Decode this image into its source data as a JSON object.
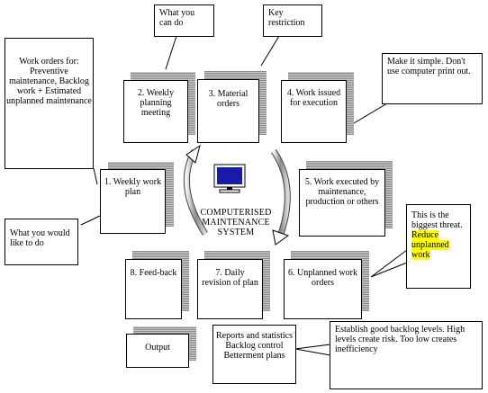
{
  "callouts": {
    "what_you_can_do": "What you can do",
    "key_restriction": "Key restriction",
    "work_orders_for": "Work orders for: Preventive maintenance, Backlog work + Estimated unplanned maintenance",
    "make_it_simple": "Make it simple. Don't use computer print out.",
    "what_you_would_like": "What you would like to do",
    "biggest_threat": "This is the biggest threat.",
    "reduce_unplanned": "Reduce unplanned work",
    "establish_backlog": "Establish good backlog levels. High levels create risk. Too low creates inefficiency"
  },
  "steps": {
    "weekly_planning": "2. Weekly planning meeting",
    "material_orders": "3. Material orders",
    "work_issued": "4. Work issued for execution",
    "weekly_work_plan": "1. Weekly work plan",
    "work_executed": "5. Work executed by maintenance, production or others",
    "feedback": "8. Feed-back",
    "daily_revision": "7. Daily revision of plan",
    "unplanned_work_orders": "6. Unplanned work orders",
    "output": "Output",
    "reports": "Reports and statistics Backlog control Betterment plans"
  },
  "center": {
    "title": "COMPUTERISED MAINTENANCE SYSTEM"
  },
  "colors": {
    "highlight": "#ffff00",
    "shadow_dark": "#8c8c8c",
    "shadow_light": "#c8c8c8"
  }
}
